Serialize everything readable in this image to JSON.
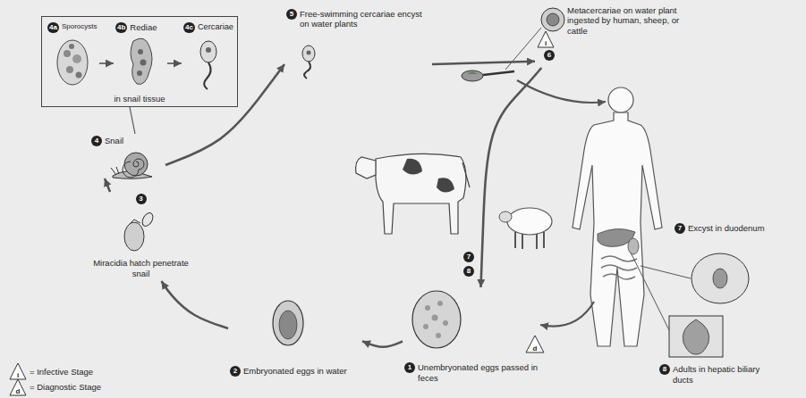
{
  "diagram": {
    "nodes": [
      {
        "text": [
          "in snail tissue"
        ]
      },
      {
        "text": [
          "4a",
          "Sporocysts"
        ],
        "in": 0
      },
      {
        "text": [
          "4b",
          "Rediae"
        ],
        "in": 0
      },
      {
        "text": [
          "4c",
          "Cercariae"
        ],
        "in": 0
      },
      {
        "text": [
          "5",
          "Free-swimming cercariae encyst on water plants"
        ]
      },
      {
        "text": [
          "6",
          "Metacercariae on water plant ingested by human, sheep, or cattle"
        ]
      },
      {
        "text": [
          "7",
          "Excyst in duodenum"
        ]
      },
      {
        "text": [
          "8",
          "Adults in hepatic biliary ducts"
        ]
      },
      {
        "text": [
          "1",
          "Unembryonated eggs passed in feces"
        ]
      },
      {
        "text": [
          "2",
          "Embryonated eggs in water"
        ]
      },
      {
        "text": [
          "3",
          "Miracidia hatch penetrate snail"
        ]
      },
      {
        "text": [
          "4",
          "Snail"
        ]
      }
    ],
    "edges": [
      {
        "from": 1,
        "to": 2,
        "arrow": "to"
      },
      {
        "from": 2,
        "to": 3,
        "arrow": "to"
      },
      {
        "from": 11,
        "to": 0,
        "arrow": "none"
      },
      {
        "from": 11,
        "to": 4,
        "arrow": "to"
      },
      {
        "from": 4,
        "to": 5,
        "arrow": "to"
      },
      {
        "from": 5,
        "to": 8,
        "arrow": "to"
      },
      {
        "from": 8,
        "to": 9,
        "arrow": "to"
      },
      {
        "from": 9,
        "to": 10,
        "arrow": "to"
      },
      {
        "from": 10,
        "to": 11,
        "arrow": "to"
      }
    ],
    "labels": [
      "i",
      "d",
      "7",
      "8",
      "i",
      "d"
    ],
    "legend": [
      {
        "text": "= Infective Stage"
      },
      {
        "text": "= Diagnostic Stage"
      }
    ]
  }
}
